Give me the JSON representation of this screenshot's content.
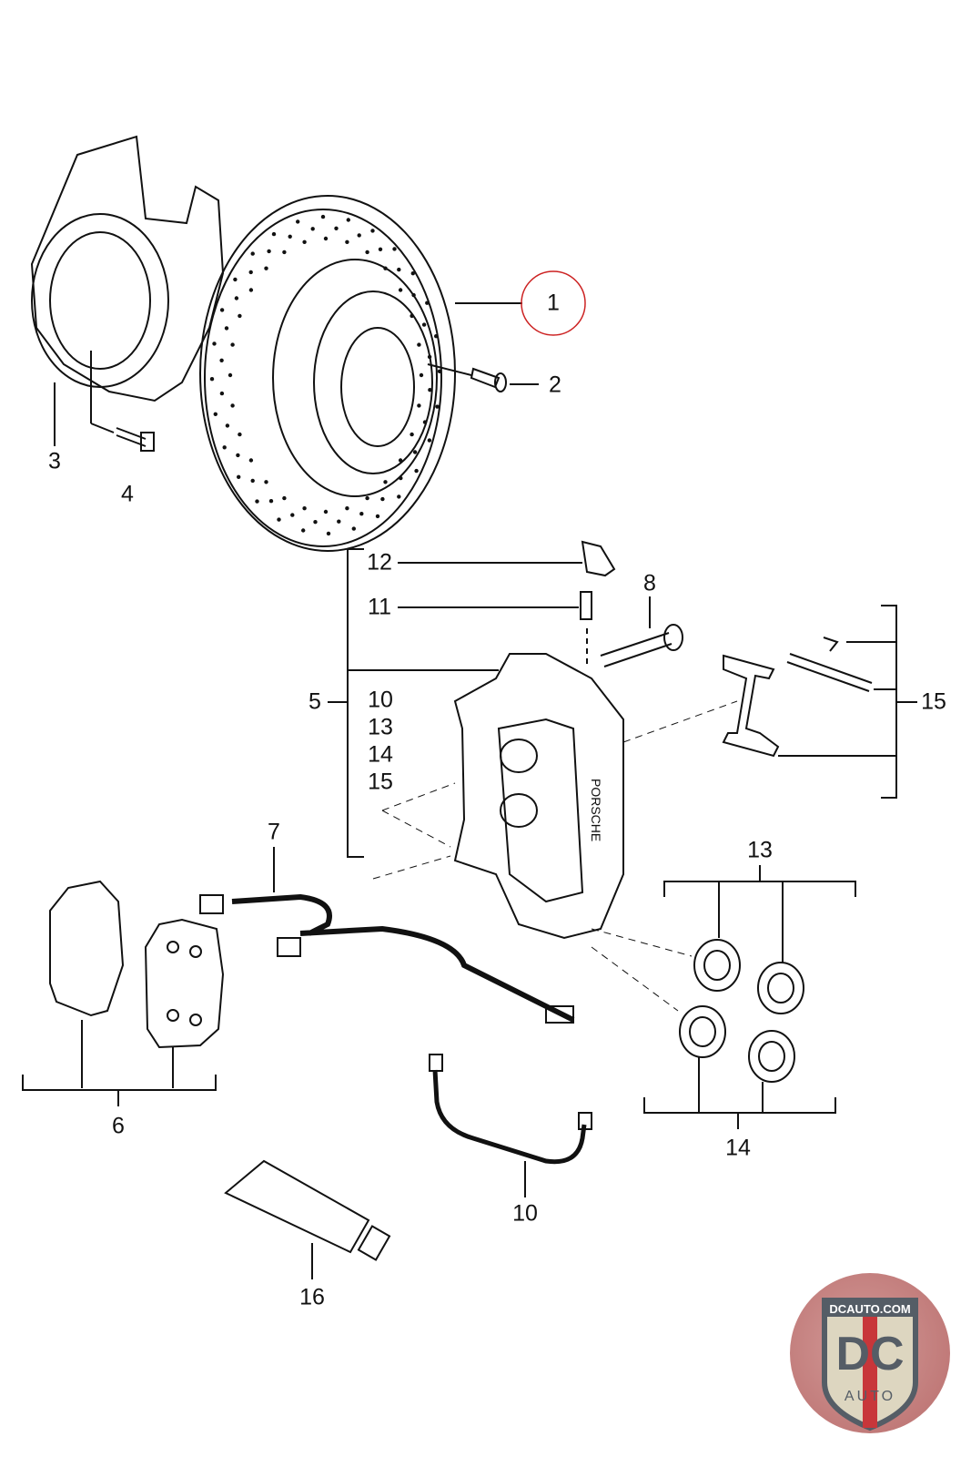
{
  "diagram": {
    "callouts": {
      "c1": "1",
      "c2": "2",
      "c3": "3",
      "c4": "4",
      "c5": "5",
      "c6": "6",
      "c7": "7",
      "c8": "8",
      "c10": "10",
      "c11": "11",
      "c12": "12",
      "c13": "13",
      "c14": "14",
      "c15": "15",
      "c16": "16",
      "group5": [
        "10",
        "13",
        "14",
        "15"
      ]
    },
    "caliper_text": "PORSCHE",
    "highlight_color": "#cc2222",
    "highlighted_callout": "1"
  },
  "logo": {
    "site": "DCAUTO.COM",
    "letters": "DC",
    "word": "AUTO"
  }
}
